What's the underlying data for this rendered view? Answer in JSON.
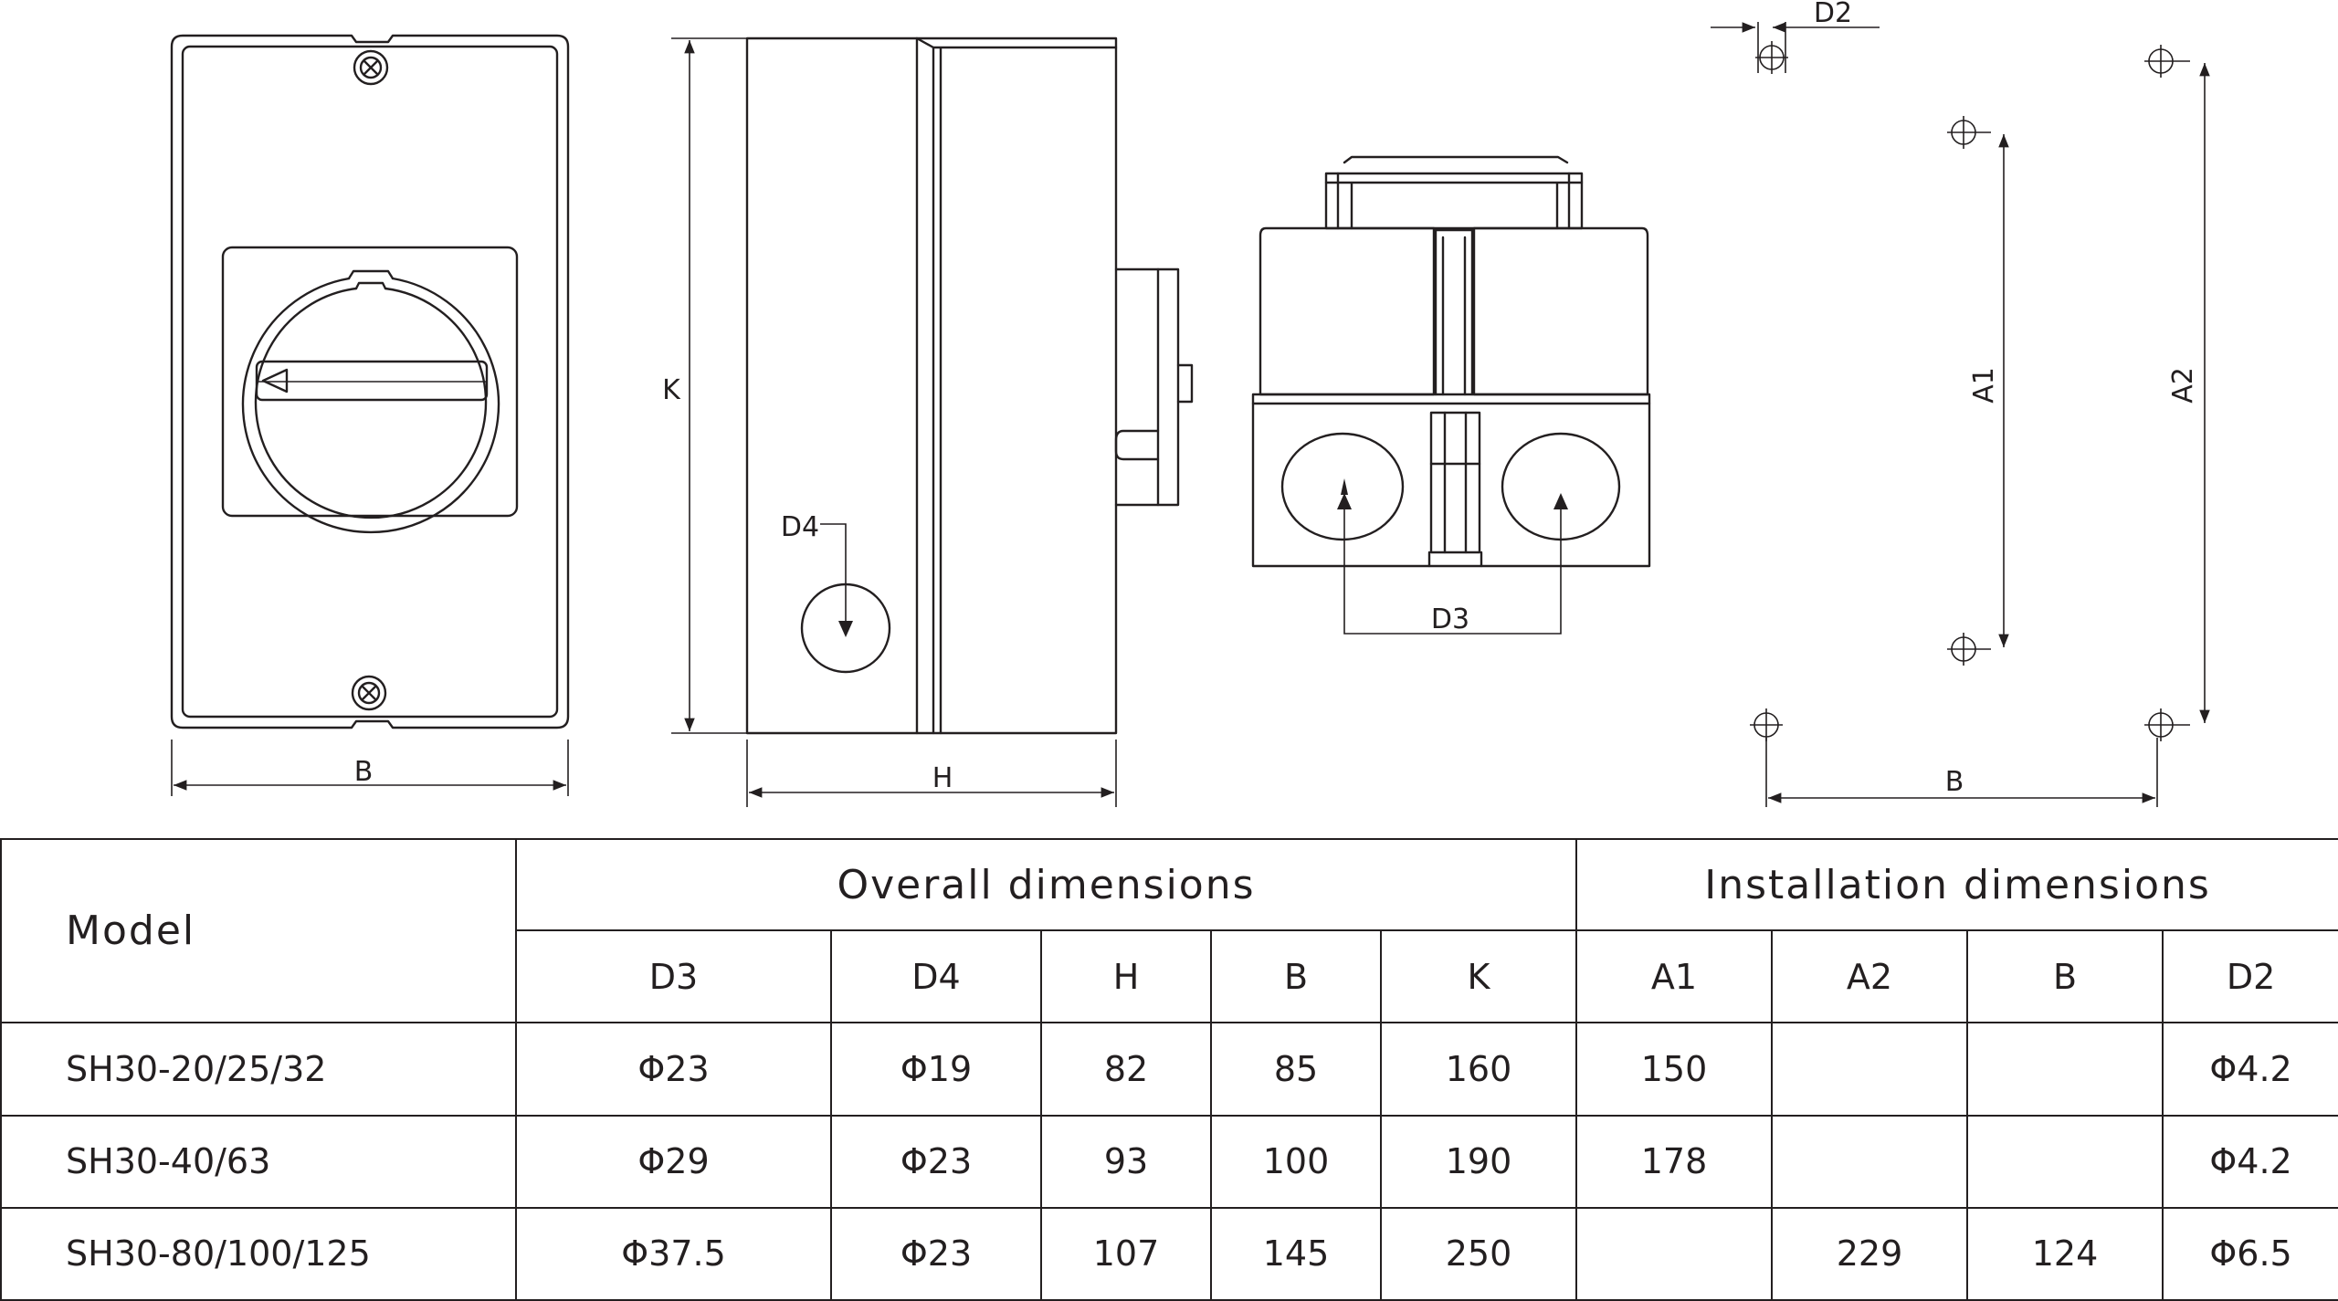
{
  "diagram": {
    "front_view": {
      "width_label": "B"
    },
    "side_view": {
      "height_label": "K",
      "depth_label": "H",
      "hole_label": "D4"
    },
    "bottom_view": {
      "hole_label": "D3"
    },
    "mounting_view": {
      "hole_label": "D2",
      "inner_height_label": "A1",
      "outer_height_label": "A2",
      "width_label": "B"
    }
  },
  "table": {
    "model_header": "Model",
    "overall_header": "Overall dimensions",
    "installation_header": "Installation dimensions",
    "columns": [
      "D3",
      "D4",
      "H",
      "B",
      "K",
      "A1",
      "A2",
      "B",
      "D2"
    ],
    "rows": [
      {
        "model": "SH30-20/25/32",
        "values": [
          "Φ23",
          "Φ19",
          "82",
          "85",
          "160",
          "150",
          "",
          "",
          "Φ4.2"
        ]
      },
      {
        "model": "SH30-40/63",
        "values": [
          "Φ29",
          "Φ23",
          "93",
          "100",
          "190",
          "178",
          "",
          "",
          "Φ4.2"
        ]
      },
      {
        "model": "SH30-80/100/125",
        "values": [
          "Φ37.5",
          "Φ23",
          "107",
          "145",
          "250",
          "",
          "229",
          "124",
          "Φ6.5"
        ]
      }
    ]
  }
}
